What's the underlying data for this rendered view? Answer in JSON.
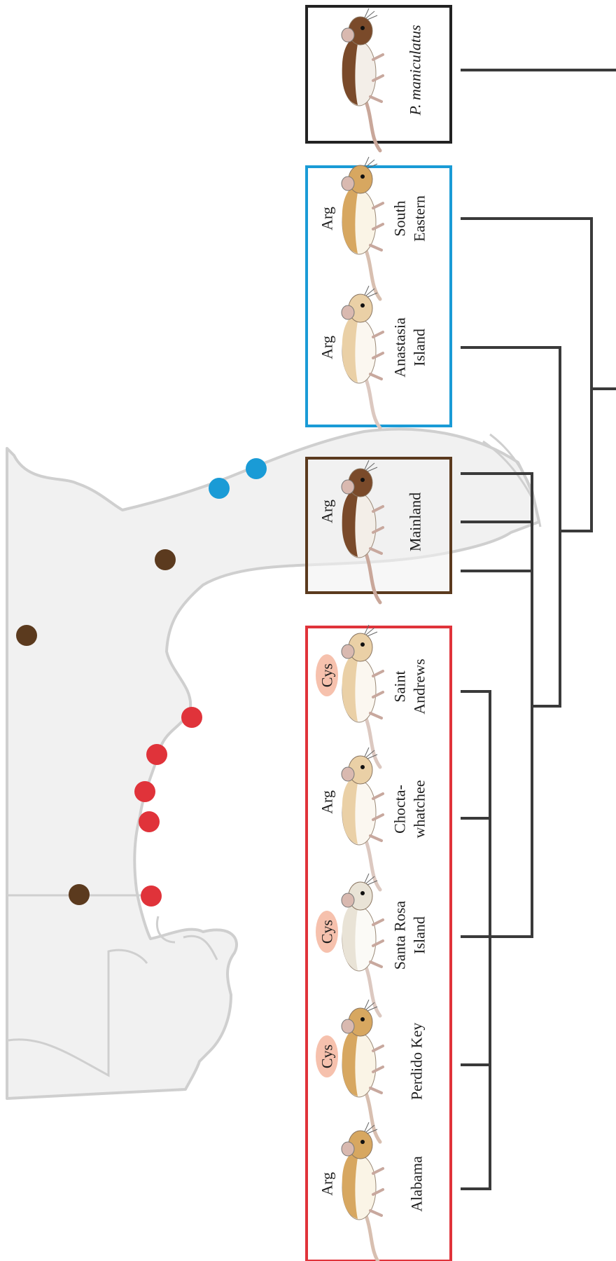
{
  "colors": {
    "outgroup": "#222222",
    "southeast": "#1a9bd6",
    "mainland": "#5b3a1e",
    "gulf": "#e0333a",
    "tree": "#3a3a3a",
    "land_fill": "#f1f1f1",
    "land_edge": "#cfcfcf",
    "cys_badge": "#f6c1ad"
  },
  "groups": [
    {
      "id": "outgroup",
      "color": "#222222"
    },
    {
      "id": "southeast",
      "color": "#1a9bd6"
    },
    {
      "id": "mainland",
      "color": "#5b3a1e"
    },
    {
      "id": "gulf",
      "color": "#e0333a"
    }
  ],
  "taxa": [
    {
      "id": "maniculatus",
      "group": "outgroup",
      "name_lines": [
        "P. maniculatus"
      ],
      "italic": true,
      "allele": "",
      "mouse": "dark"
    },
    {
      "id": "south-eastern",
      "group": "southeast",
      "name_lines": [
        "South",
        "Eastern"
      ],
      "allele": "Arg",
      "mouse": "tan"
    },
    {
      "id": "anastasia-island",
      "group": "southeast",
      "name_lines": [
        "Anastasia",
        "Island"
      ],
      "allele": "Arg",
      "mouse": "pale"
    },
    {
      "id": "mainland",
      "group": "mainland",
      "name_lines": [
        "Mainland"
      ],
      "allele": "Arg",
      "mouse": "dark"
    },
    {
      "id": "saint-andrews",
      "group": "gulf",
      "name_lines": [
        "Saint",
        "Andrews"
      ],
      "allele": "Cys",
      "mouse": "pale"
    },
    {
      "id": "choctawhatchee",
      "group": "gulf",
      "name_lines": [
        "Chocta-",
        "whatchee"
      ],
      "allele": "Arg",
      "mouse": "pale"
    },
    {
      "id": "santa-rosa-island",
      "group": "gulf",
      "name_lines": [
        "Santa Rosa",
        "Island"
      ],
      "allele": "Cys",
      "mouse": "white"
    },
    {
      "id": "perdido-key",
      "group": "gulf",
      "name_lines": [
        "Perdido Key"
      ],
      "allele": "Cys",
      "mouse": "tan"
    },
    {
      "id": "alabama",
      "group": "gulf",
      "name_lines": [
        "Alabama"
      ],
      "allele": "Arg",
      "mouse": "tan"
    }
  ],
  "sites": [
    {
      "group": "southeast"
    },
    {
      "group": "southeast"
    },
    {
      "group": "mainland"
    },
    {
      "group": "mainland"
    },
    {
      "group": "mainland"
    },
    {
      "group": "gulf"
    },
    {
      "group": "gulf"
    },
    {
      "group": "gulf"
    },
    {
      "group": "gulf"
    },
    {
      "group": "gulf"
    }
  ]
}
